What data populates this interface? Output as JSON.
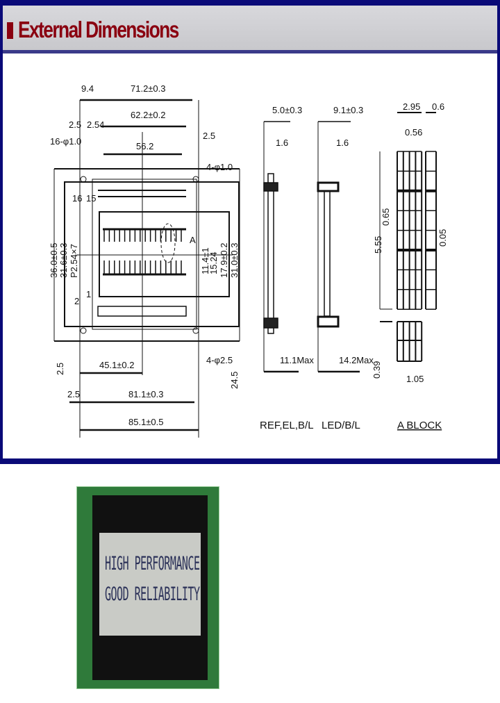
{
  "section": {
    "title": "External Dimensions"
  },
  "colors": {
    "frame": "#0a0a78",
    "title": "#8a0010",
    "header_bg": "#d0d0d4",
    "pcb": "#2f7a3a",
    "lcd_bg": "#c9cbc6"
  },
  "front_view": {
    "top_dims": [
      "9.4",
      "71.2±0.3",
      "2.5",
      "2.54",
      "62.2±0.2",
      "16-φ1.0",
      "56.2",
      "2.5",
      "4-φ1.0"
    ],
    "pins": [
      "16",
      "15",
      "2",
      "1"
    ],
    "left_dims": [
      "36.0±0.5",
      "31.6±0.3",
      "P2.54×7"
    ],
    "right_dims": [
      "11.4±1",
      "15.24",
      "17.9±0.2",
      "31.0±0.3"
    ],
    "detail_mark": "A",
    "bottom_dims": [
      "2.5",
      "45.1±0.2",
      "4-φ2.5",
      "24.5",
      "2.5",
      "81.1±0.3",
      "85.1±0.5"
    ]
  },
  "side_views": [
    {
      "label": "REF,EL,B/L",
      "width": "5.0±0.3",
      "pin": "1.6",
      "max": "11.1Max"
    },
    {
      "label": "LED/B/L",
      "width": "9.1±0.3",
      "pin": "1.6",
      "max": "14.2Max"
    }
  ],
  "a_block": {
    "label": "A BLOCK",
    "dims": [
      "2.95",
      "0.6",
      "0.56",
      "5.55",
      "0.65",
      "0.05",
      "0.39",
      "1.05"
    ]
  },
  "photo": {
    "line1": "HIGH PERFORMANCE",
    "line2": "GOOD RELIABILITY"
  }
}
